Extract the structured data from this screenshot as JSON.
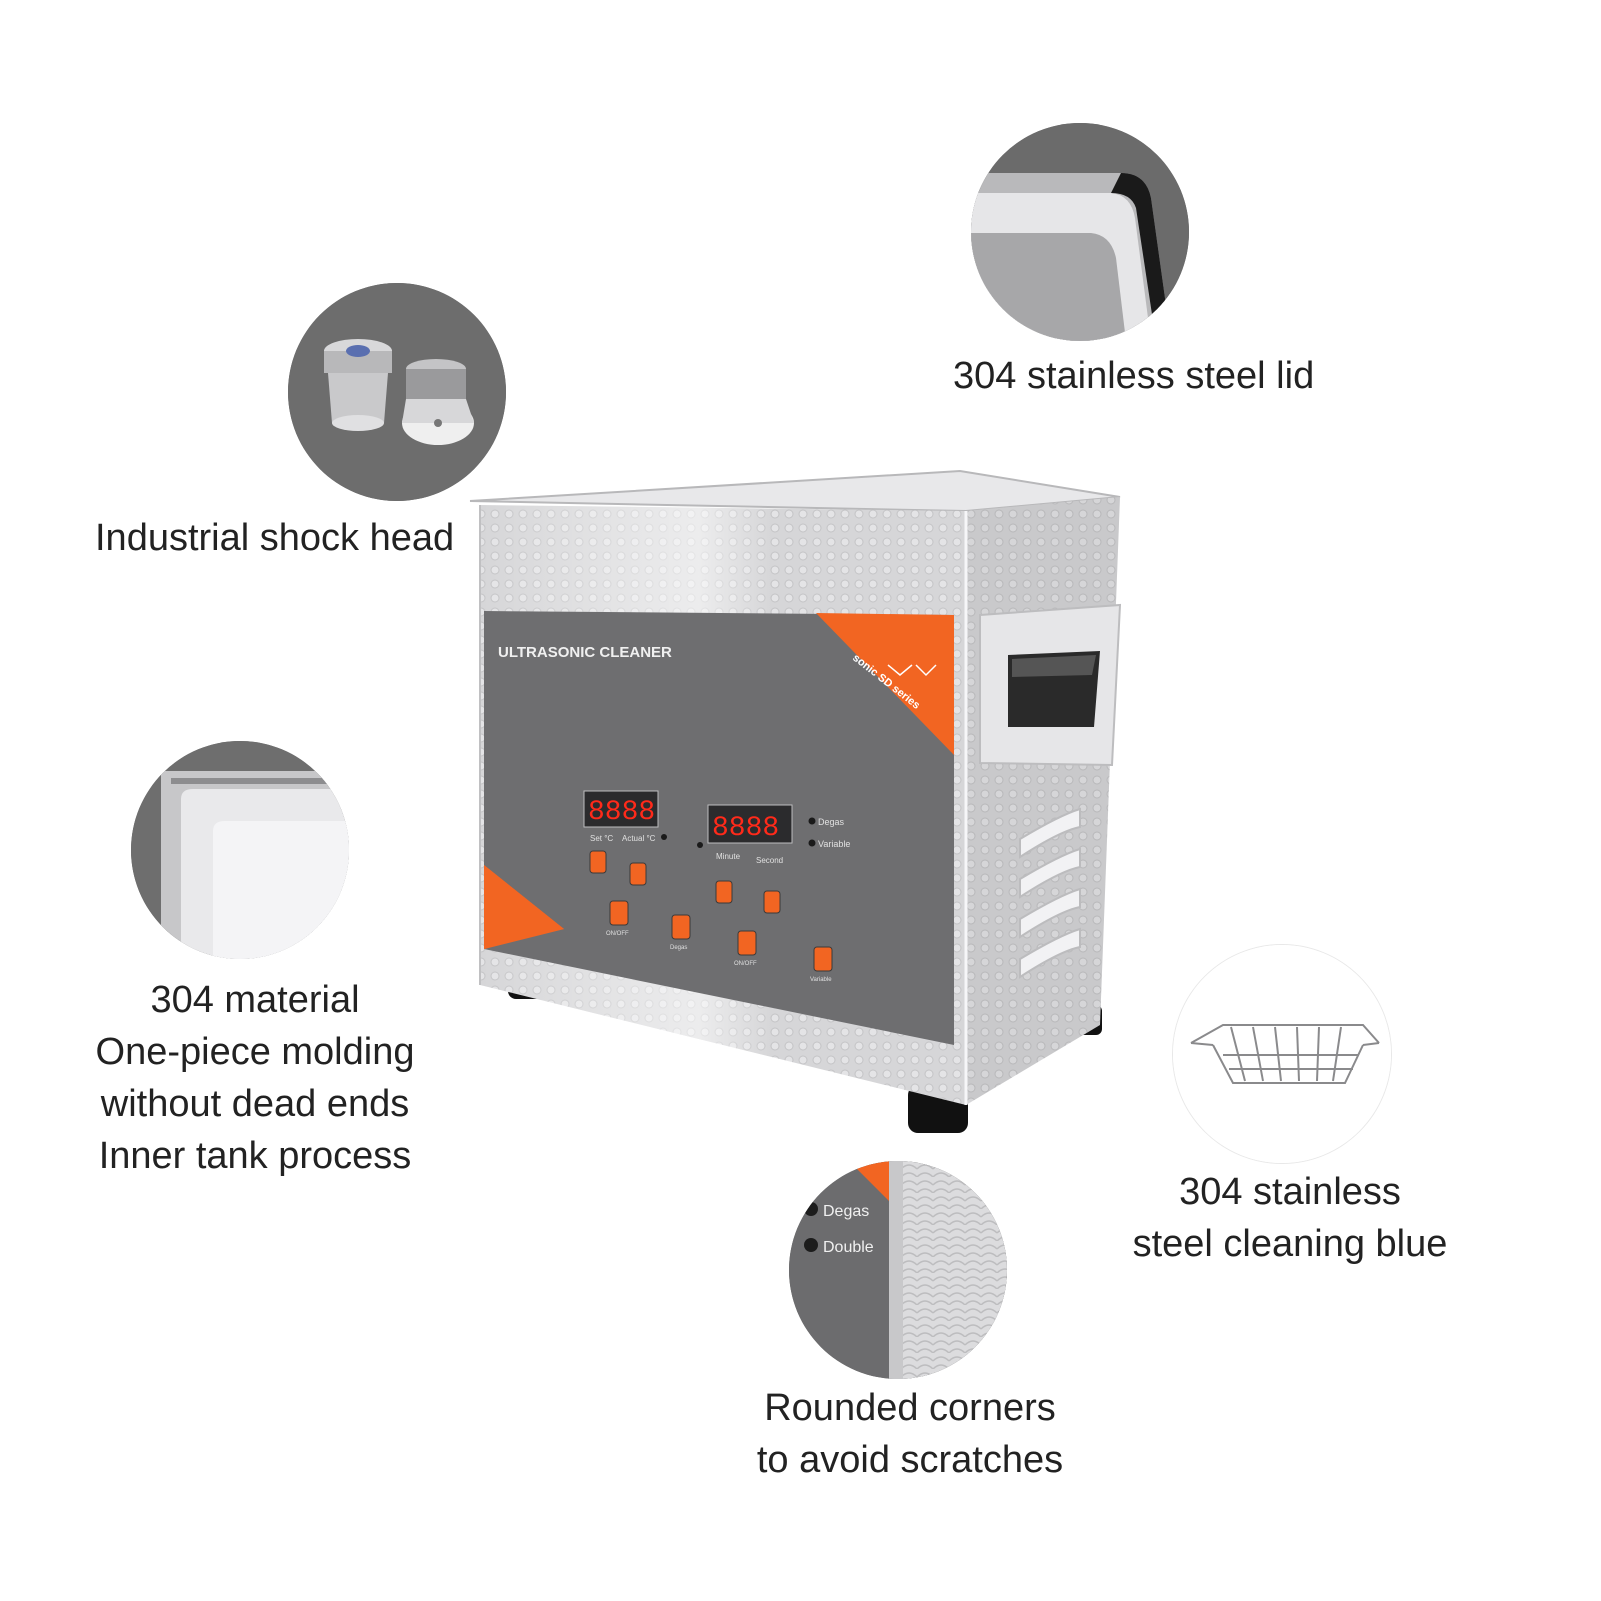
{
  "features": {
    "shock_head": {
      "lines": [
        "Industrial shock head"
      ]
    },
    "lid": {
      "lines": [
        "304 stainless steel lid"
      ]
    },
    "material": {
      "lines": [
        "304 material",
        "One-piece molding",
        "without dead ends",
        "Inner tank process"
      ]
    },
    "basket": {
      "lines": [
        "304 stainless",
        "steel cleaning blue"
      ]
    },
    "corners": {
      "lines": [
        "Rounded corners",
        "to avoid scratches"
      ]
    }
  },
  "corner_detail": {
    "label_degas": "Degas",
    "label_double": "Double"
  },
  "device": {
    "title": "ULTRASONIC CLEANER",
    "series": "sonic SD series",
    "temp_display": "8888",
    "time_display": "8888",
    "temp_labels": [
      "Set °C",
      "Actual °C"
    ],
    "time_labels": [
      "Minute",
      "Second"
    ],
    "indicators": [
      "Degas",
      "Variable"
    ],
    "buttons": [
      "ON/OFF",
      "Degas",
      "ON/OFF",
      "Variable"
    ]
  },
  "colors": {
    "accent_orange": "#f26522",
    "panel_gray": "#6e6e70",
    "steel": "#d4d4d6",
    "display_red": "#ff2a1a",
    "text": "#222222"
  }
}
